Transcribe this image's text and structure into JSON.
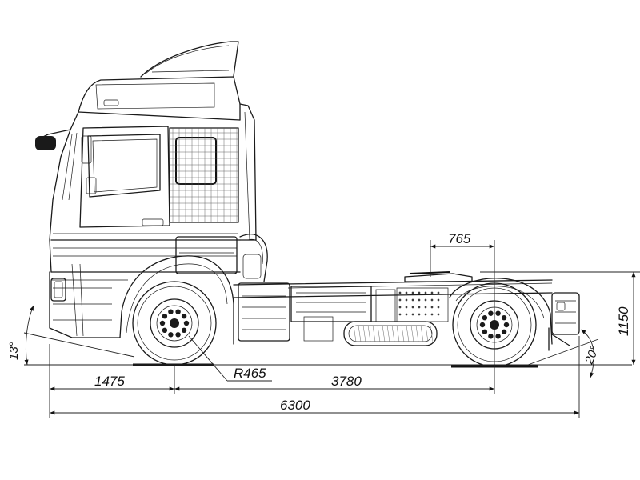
{
  "dimensions": {
    "front_overhang": "1475",
    "wheelbase": "3780",
    "overall_length": "6300",
    "fifth_wheel_offset": "765",
    "fifth_wheel_height": "1150",
    "wheel_radius": "R465",
    "approach_angle": "13°",
    "departure_angle": "20°"
  },
  "colors": {
    "line": "#1a1a1a",
    "background": "#ffffff"
  }
}
